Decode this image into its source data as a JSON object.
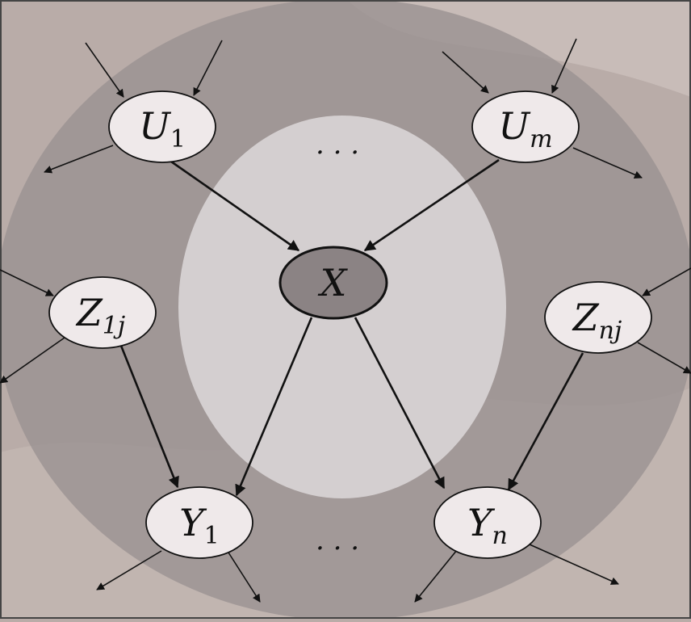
{
  "nodes": {
    "u1": {
      "var": "U",
      "sub": "1"
    },
    "um": {
      "var": "U",
      "sub": "m"
    },
    "x": {
      "var": "X",
      "sub": ""
    },
    "z1j": {
      "var": "Z",
      "sub": "1j"
    },
    "znj": {
      "var": "Z",
      "sub": "nj"
    },
    "y1": {
      "var": "Y",
      "sub": "1"
    },
    "yn": {
      "var": "Y",
      "sub": "n"
    }
  },
  "ellipsis_top": ". . .",
  "ellipsis_bottom": ". . .",
  "colors": {
    "background": "#b9aca8",
    "outer_region": "#9b9292",
    "inner_region": "#d9d5d6",
    "node_fill": "#efe9ea",
    "center_node_fill": "#8b8384",
    "edge": "#111111"
  }
}
